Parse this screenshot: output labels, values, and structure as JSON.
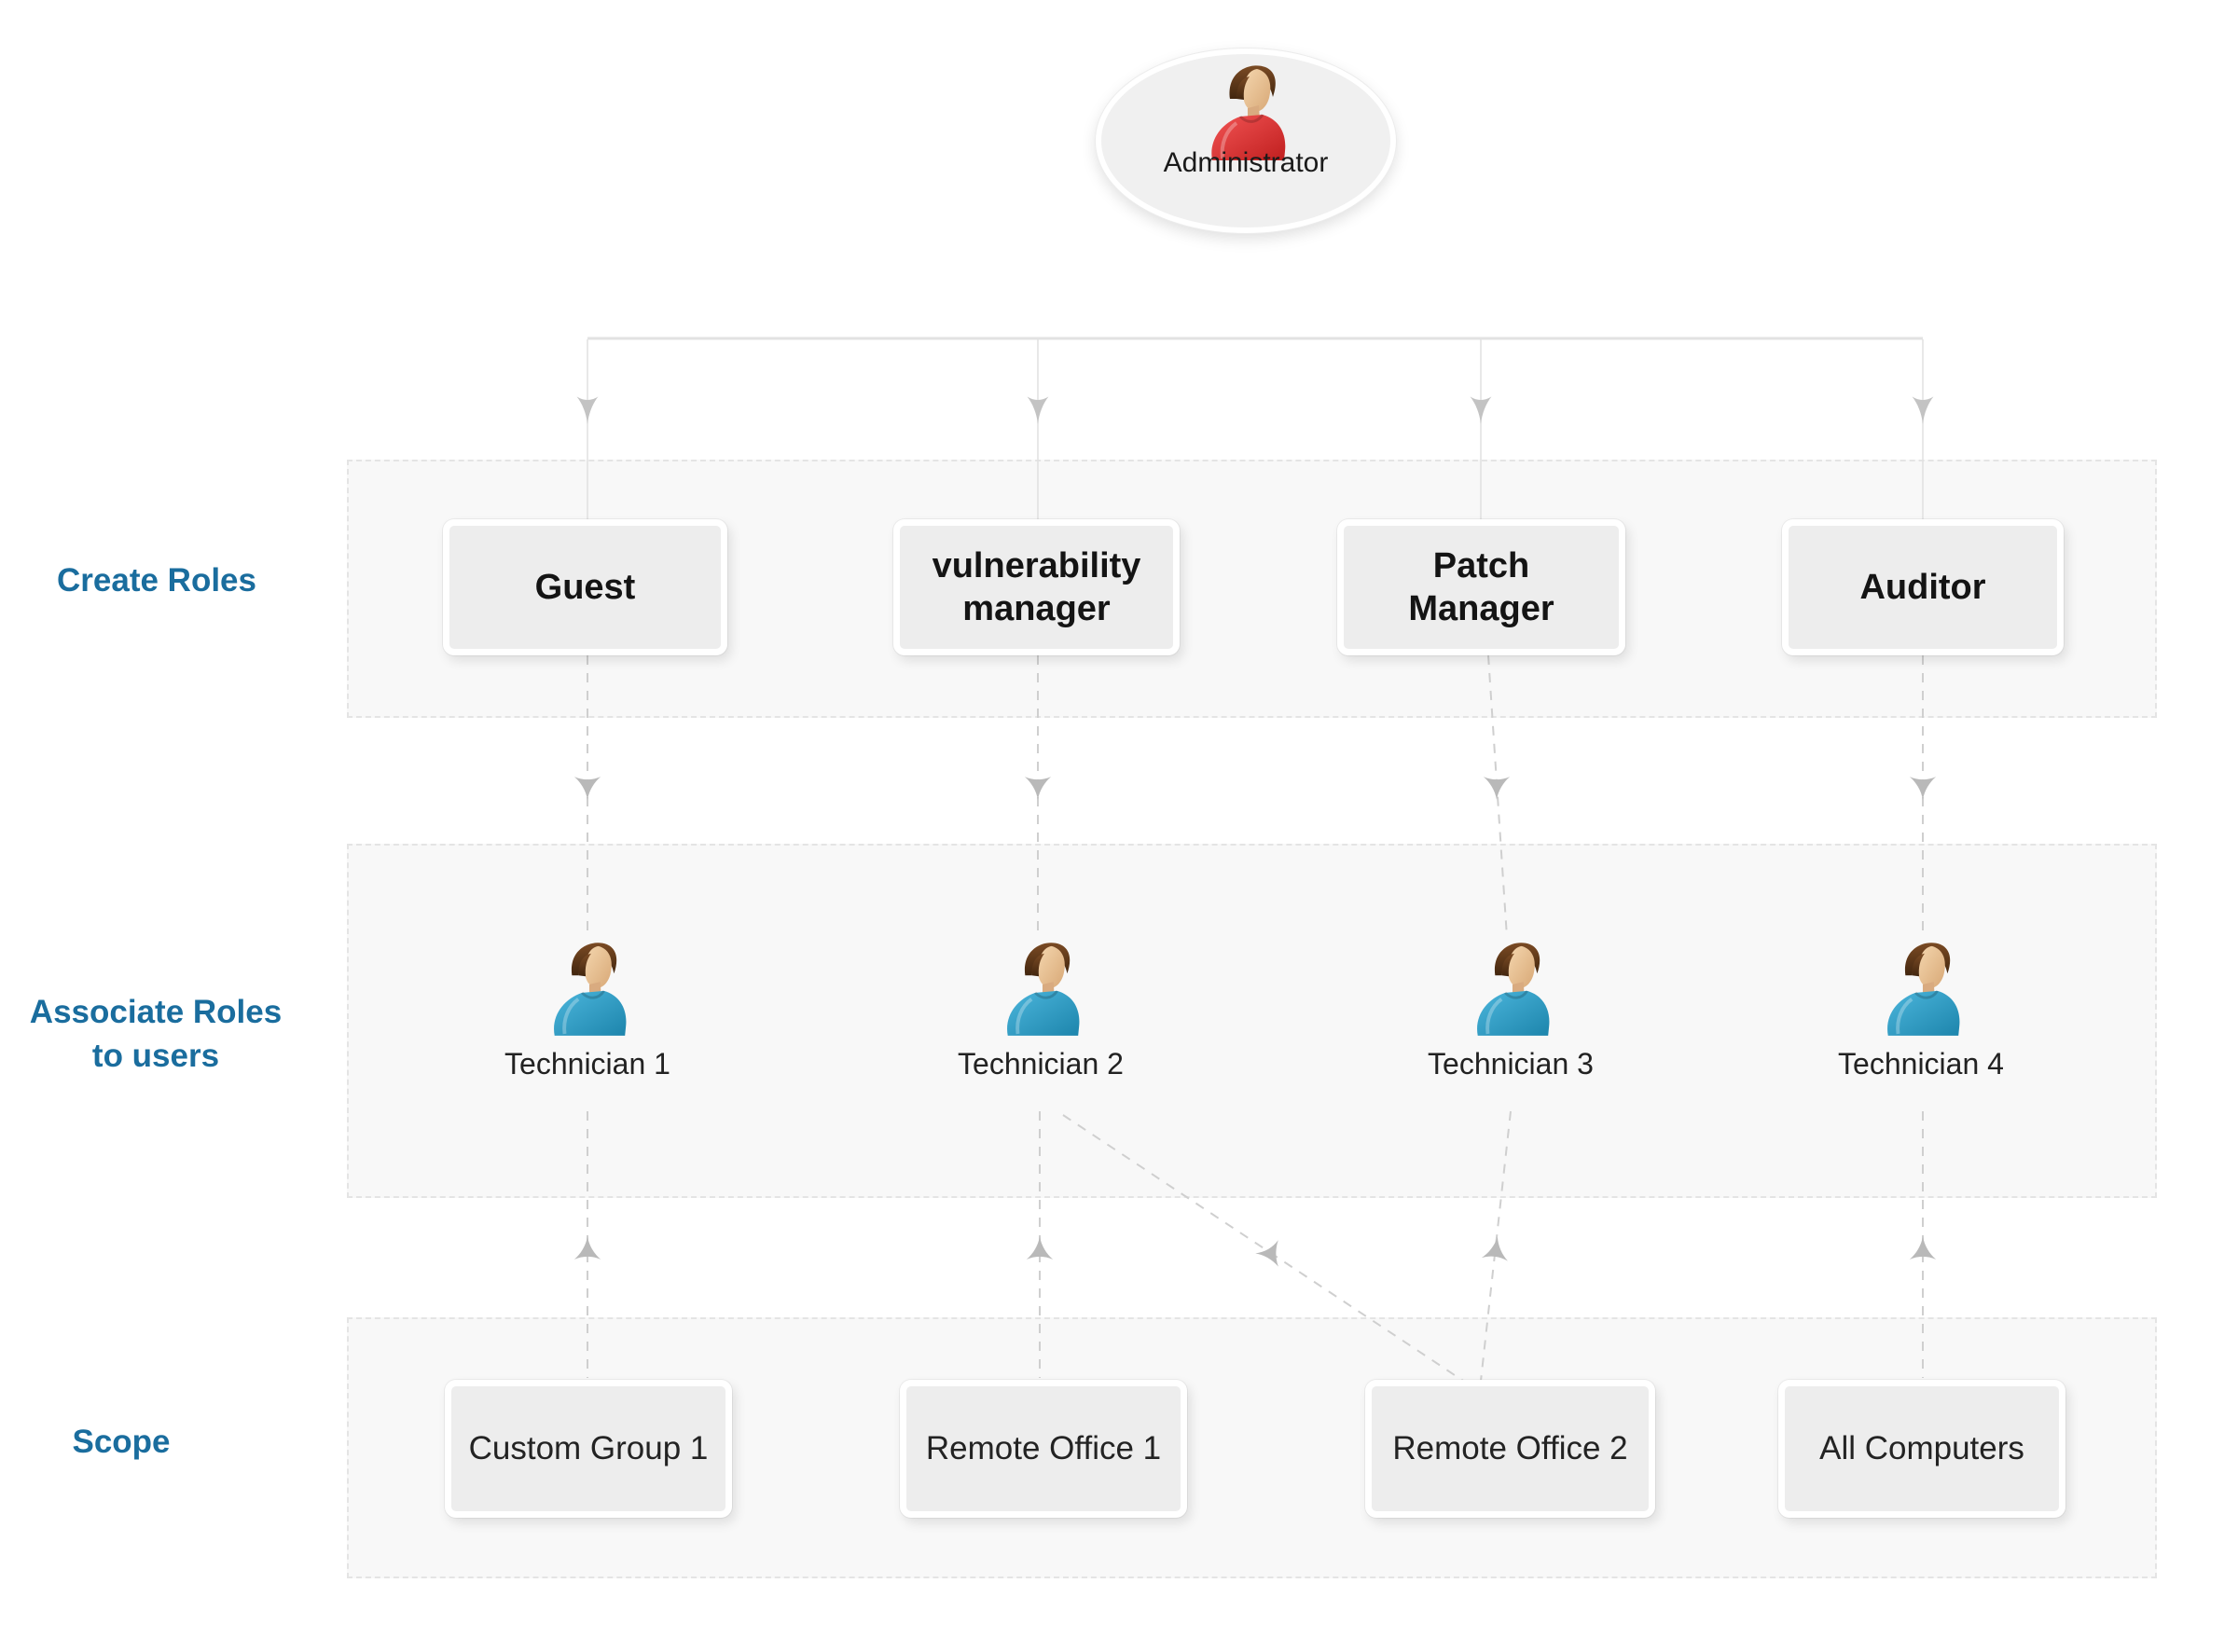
{
  "colors": {
    "accent_blue": "#1a6d9e",
    "region_fill": "#f8f8f8",
    "box_fill": "#ededed",
    "connector_gray": "#cfcfcf",
    "admin_shirt_red": "#d83a31",
    "technician_shirt_blue": "#2f9fc9"
  },
  "administrator": {
    "label": "Administrator",
    "icon": "person-red-shirt-icon"
  },
  "sections": {
    "create_roles": {
      "label": "Create Roles"
    },
    "associate_roles": {
      "label": "Associate Roles\nto users"
    },
    "scope": {
      "label": "Scope"
    }
  },
  "roles": [
    {
      "label": "Guest"
    },
    {
      "label": "vulnerability\nmanager"
    },
    {
      "label": "Patch\nManager"
    },
    {
      "label": "Auditor"
    }
  ],
  "technicians": [
    {
      "label": "Technician 1",
      "icon": "person-blue-shirt-icon"
    },
    {
      "label": "Technician 2",
      "icon": "person-blue-shirt-icon"
    },
    {
      "label": "Technician 3",
      "icon": "person-blue-shirt-icon"
    },
    {
      "label": "Technician 4",
      "icon": "person-blue-shirt-icon"
    }
  ],
  "scopes": [
    {
      "label": "Custom Group 1"
    },
    {
      "label": "Remote Office 1"
    },
    {
      "label": "Remote Office 2"
    },
    {
      "label": "All Computers"
    }
  ]
}
